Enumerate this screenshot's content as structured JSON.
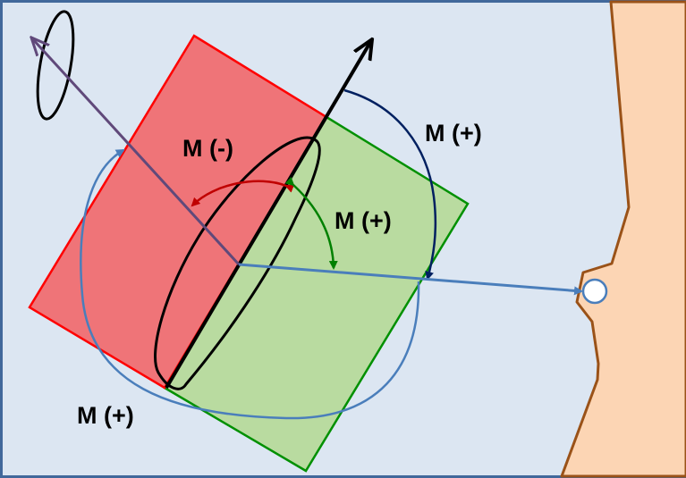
{
  "labels": {
    "m_minus": "M (-)",
    "m_plus_inner": "M (+)",
    "m_plus_right": "M (+)",
    "m_plus_bottom": "M (+)"
  },
  "colors": {
    "background": "#dce6f2",
    "frame": "#41689b",
    "red_plane_fill": "#ef7478",
    "red_plane_stroke": "#ff0000",
    "green_plane_fill": "#b9dba0",
    "green_plane_stroke": "#009000",
    "tissue_fill": "#fcd5b4",
    "tissue_stroke": "#9a5218",
    "blue_vector": "#4a7ebb",
    "purple_vector": "#60497a",
    "navy_arc": "#002060",
    "red_arc": "#c00000",
    "green_arc": "#008000",
    "black": "#000000"
  },
  "icons": {
    "end_marker": "open-circle-icon"
  }
}
